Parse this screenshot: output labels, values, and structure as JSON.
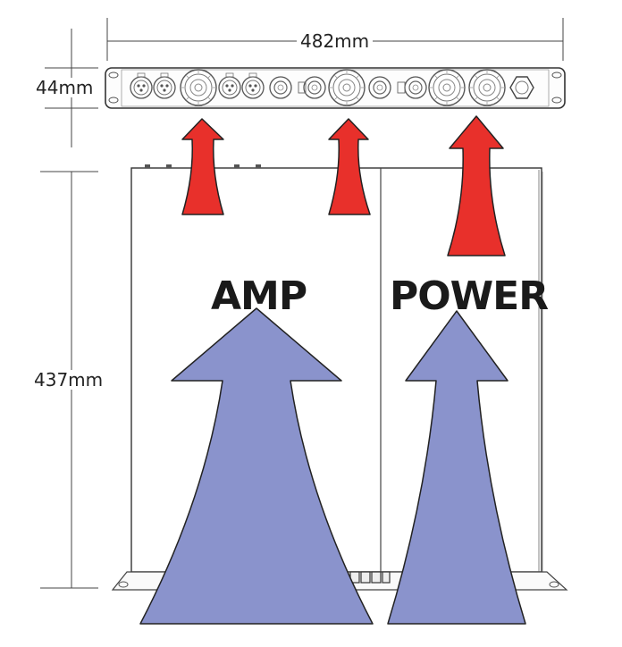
{
  "dimensions": {
    "width": "482mm",
    "height": "44mm",
    "depth": "437mm"
  },
  "sections": {
    "amp": "AMP",
    "power": "POWER"
  },
  "colors": {
    "intake_arrow": "#8a93cc",
    "exhaust_arrow": "#e8302b",
    "outline": "#333333"
  },
  "icons": [
    "xlr-connector-icon",
    "fan-icon",
    "speakon-connector-icon",
    "power-connector-icon"
  ]
}
